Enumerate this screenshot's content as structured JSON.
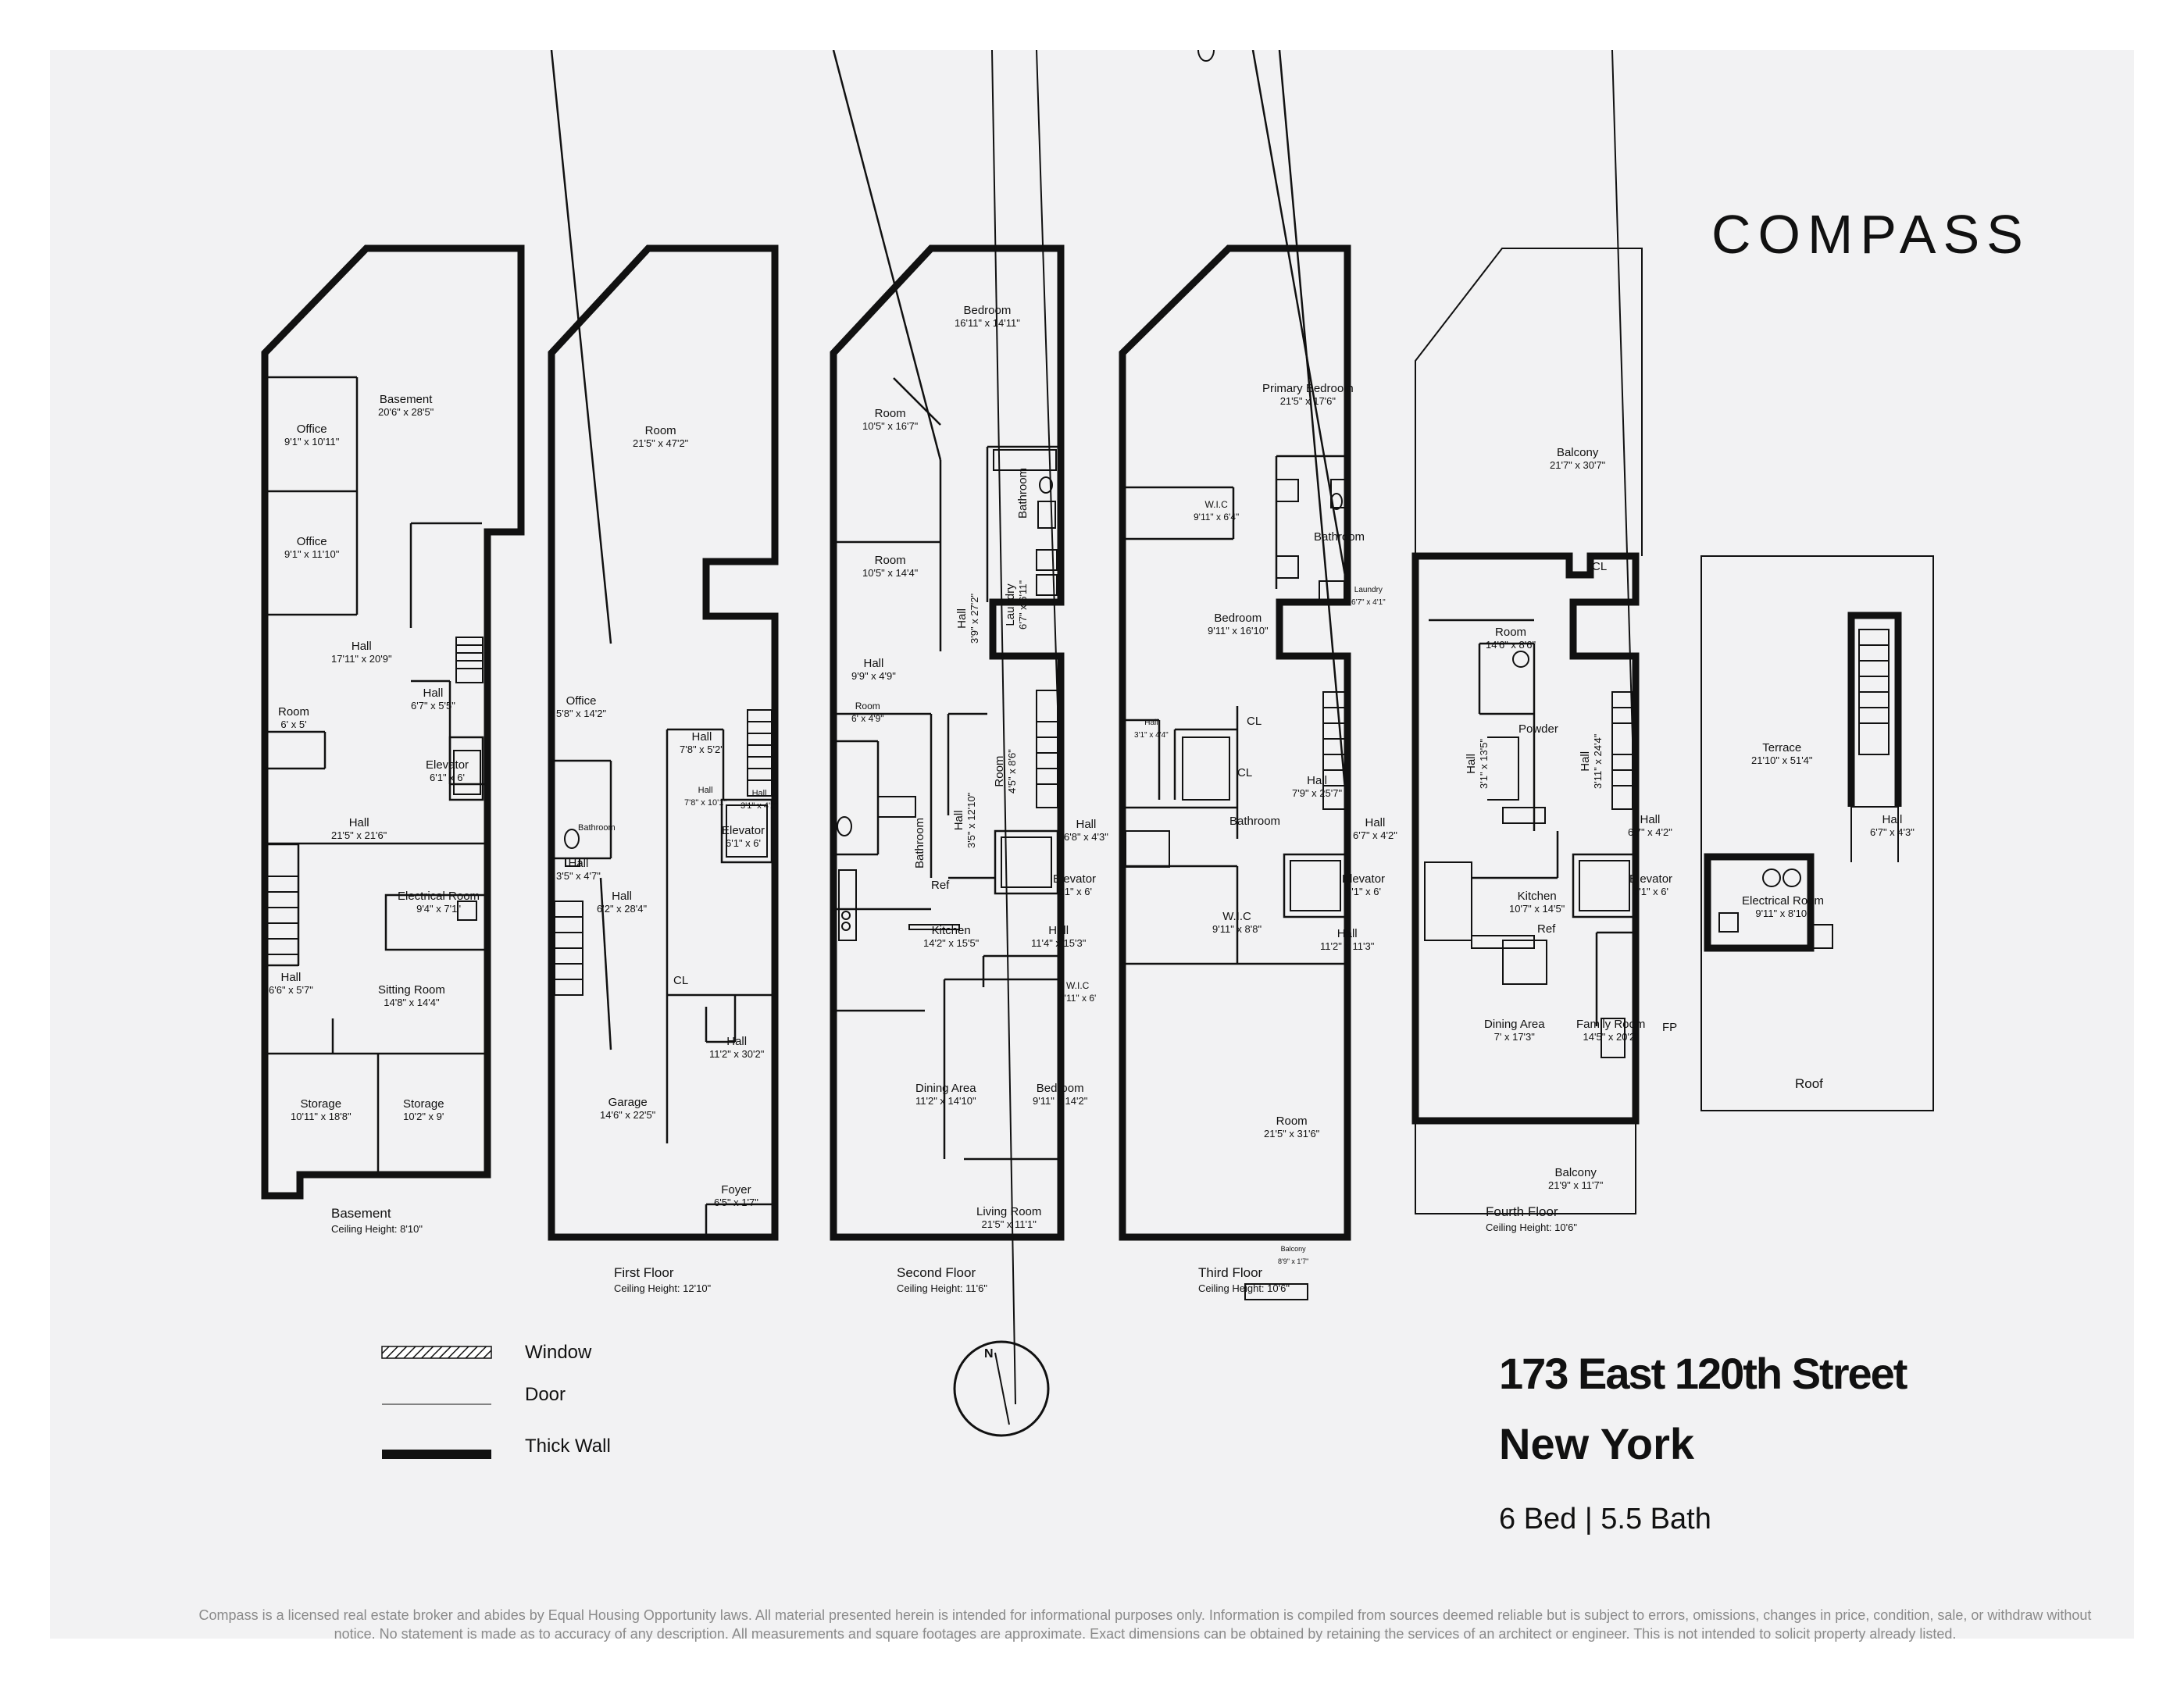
{
  "brand": {
    "name": "COMPASS"
  },
  "listing": {
    "address": "173 East 120th Street",
    "city": "New York",
    "beds_baths": "6 Bed | 5.5 Bath"
  },
  "floors": [
    {
      "name": "Basement",
      "ceiling": "Ceiling Height: 8'10\""
    },
    {
      "name": "First Floor",
      "ceiling": "Ceiling Height: 12'10\""
    },
    {
      "name": "Second Floor",
      "ceiling": "Ceiling Height: 11'6\""
    },
    {
      "name": "Third Floor",
      "ceiling": "Ceiling Height: 10'6\""
    },
    {
      "name": "Fourth Floor",
      "ceiling": "Ceiling Height: 10'6\""
    },
    {
      "name": "Roof"
    }
  ],
  "rooms": {
    "b_basement": {
      "name": "Basement",
      "dim": "20'6\" x 28'5\""
    },
    "b_office1": {
      "name": "Office",
      "dim": "9'1\" x 10'11\""
    },
    "b_office2": {
      "name": "Office",
      "dim": "9'1\" x 11'10\""
    },
    "b_hall1": {
      "name": "Hall",
      "dim": "17'11\" x 20'9\""
    },
    "b_hall2": {
      "name": "Hall",
      "dim": "6'7\" x 5'5\""
    },
    "b_room": {
      "name": "Room",
      "dim": "6' x 5'"
    },
    "b_elevator": {
      "name": "Elevator",
      "dim": "6'1\" x 6'"
    },
    "b_hall3": {
      "name": "Hall",
      "dim": "21'5\" x 21'6\""
    },
    "b_electrical": {
      "name": "Electrical Room",
      "dim": "9'4\" x 7'1\""
    },
    "b_hall4": {
      "name": "Hall",
      "dim": "6'6\" x 5'7\""
    },
    "b_sitting": {
      "name": "Sitting Room",
      "dim": "14'8\" x 14'4\""
    },
    "b_storage1": {
      "name": "Storage",
      "dim": "10'11\" x 18'8\""
    },
    "b_storage2": {
      "name": "Storage",
      "dim": "10'2\" x 9'"
    },
    "f1_room": {
      "name": "Room",
      "dim": "21'5\" x 47'2\""
    },
    "f1_office": {
      "name": "Office",
      "dim": "5'8\" x 14'2\""
    },
    "f1_bathroom": {
      "name": "Bathroom",
      "dim": ""
    },
    "f1_hall1": {
      "name": "Hall",
      "dim": "7'8\" x 5'2\""
    },
    "f1_hall2": {
      "name": "Hall",
      "dim": "7'8\" x 10'1\""
    },
    "f1_hall3": {
      "name": "Hall",
      "dim": "3'1\" x 4'2\""
    },
    "f1_elevator": {
      "name": "Elevator",
      "dim": "6'1\" x 6'"
    },
    "f1_hall4": {
      "name": "Hall",
      "dim": "3'5\" x 4'7\""
    },
    "f1_hall5": {
      "name": "Hall",
      "dim": "6'2\" x 28'4\""
    },
    "f1_cl": {
      "name": "CL",
      "dim": ""
    },
    "f1_hall6": {
      "name": "Hall",
      "dim": "11'2\" x 30'2\""
    },
    "f1_garage": {
      "name": "Garage",
      "dim": "14'6\" x 22'5\""
    },
    "f1_foyer": {
      "name": "Foyer",
      "dim": "6'5\" x 1'7\""
    },
    "f2_bedroom1": {
      "name": "Bedroom",
      "dim": "16'11\" x 14'11\""
    },
    "f2_room1": {
      "name": "Room",
      "dim": "10'5\" x 16'7\""
    },
    "f2_bathroom1": {
      "name": "Bathroom",
      "dim": ""
    },
    "f2_laundry": {
      "name": "Laundry",
      "dim": "6'7\" x 6'11\""
    },
    "f2_hall1": {
      "name": "Hall",
      "dim": "3'9\" x 27'2\""
    },
    "f2_room2": {
      "name": "Room",
      "dim": "10'5\" x 14'4\""
    },
    "f2_hall2": {
      "name": "Hall",
      "dim": "9'9\" x 4'9\""
    },
    "f2_room3": {
      "name": "Room",
      "dim": "6' x 4'9\""
    },
    "f2_room4": {
      "name": "Room",
      "dim": "4'5\" x 8'6\""
    },
    "f2_hall3": {
      "name": "Hall",
      "dim": "3'5\" x 12'10\""
    },
    "f2_bathroom2": {
      "name": "Bathroom",
      "dim": ""
    },
    "f2_ref": {
      "name": "Ref",
      "dim": ""
    },
    "f2_hall4": {
      "name": "Hall",
      "dim": "6'8\" x 4'3\""
    },
    "f2_elevator": {
      "name": "Elevator",
      "dim": "6'1\" x 6'"
    },
    "f2_kitchen": {
      "name": "Kitchen",
      "dim": "14'2\" x 15'5\""
    },
    "f2_hall5": {
      "name": "Hall",
      "dim": "11'4\" x 15'3\""
    },
    "f2_wic": {
      "name": "W.I.C",
      "dim": "6'11\" x 6'"
    },
    "f2_dining": {
      "name": "Dining Area",
      "dim": "11'2\" x 14'10\""
    },
    "f2_bedroom2": {
      "name": "Bedroom",
      "dim": "9'11\" x 14'2\""
    },
    "f2_living": {
      "name": "Living Room",
      "dim": "21'5\" x 11'1\""
    },
    "f3_primary": {
      "name": "Primary Bedroom",
      "dim": "21'5\" x 17'6\""
    },
    "f3_wic1": {
      "name": "W.I.C",
      "dim": "9'11\" x 6'4\""
    },
    "f3_bathroom1": {
      "name": "Bathroom",
      "dim": ""
    },
    "f3_laundry": {
      "name": "Laundry",
      "dim": "6'7\" x 4'1\""
    },
    "f3_bedroom": {
      "name": "Bedroom",
      "dim": "9'11\" x 16'10\""
    },
    "f3_hall1": {
      "name": "Hall",
      "dim": "3'1\" x 4'4\""
    },
    "f3_cl1": {
      "name": "CL",
      "dim": ""
    },
    "f3_cl2": {
      "name": "CL",
      "dim": ""
    },
    "f3_hall2": {
      "name": "Hall",
      "dim": "7'9\" x 25'7\""
    },
    "f3_bathroom2": {
      "name": "Bathroom",
      "dim": ""
    },
    "f3_hall3": {
      "name": "Hall",
      "dim": "6'7\" x 4'2\""
    },
    "f3_elevator": {
      "name": "Elevator",
      "dim": "6'1\" x 6'"
    },
    "f3_wic2": {
      "name": "W.I.C",
      "dim": "9'11\" x 8'8\""
    },
    "f3_hall4": {
      "name": "Hall",
      "dim": "11'2\" x 11'3\""
    },
    "f3_room": {
      "name": "Room",
      "dim": "21'5\" x 31'6\""
    },
    "f3_balcony": {
      "name": "Balcony",
      "dim": "8'9\" x 1'7\""
    },
    "f4_balcony1": {
      "name": "Balcony",
      "dim": "21'7\" x 30'7\""
    },
    "f4_cl": {
      "name": "CL",
      "dim": ""
    },
    "f4_room": {
      "name": "Room",
      "dim": "14'6\" x 8'6\""
    },
    "f4_powder": {
      "name": "Powder",
      "dim": ""
    },
    "f4_hall1": {
      "name": "Hall",
      "dim": "3'1\" x 13'5\""
    },
    "f4_hall2": {
      "name": "Hall",
      "dim": "3'11\" x 24'4\""
    },
    "f4_hall3": {
      "name": "Hall",
      "dim": "6'7\" x 4'2\""
    },
    "f4_elevator": {
      "name": "Elevator",
      "dim": "6'1\" x 6'"
    },
    "f4_kitchen": {
      "name": "Kitchen",
      "dim": "10'7\" x 14'5\""
    },
    "f4_ref": {
      "name": "Ref",
      "dim": ""
    },
    "f4_dining": {
      "name": "Dining Area",
      "dim": "7' x 17'3\""
    },
    "f4_family": {
      "name": "Family Room",
      "dim": "14'5\" x 20'2\""
    },
    "f4_fp": {
      "name": "FP",
      "dim": ""
    },
    "f4_balcony2": {
      "name": "Balcony",
      "dim": "21'9\" x 11'7\""
    },
    "r_terrace": {
      "name": "Terrace",
      "dim": "21'10\" x 51'4\""
    },
    "r_hall": {
      "name": "Hall",
      "dim": "6'7\" x 4'3\""
    },
    "r_electrical": {
      "name": "Electrical Room",
      "dim": "9'11\" x 8'10\""
    }
  },
  "legend": {
    "window": "Window",
    "door": "Door",
    "thick_wall": "Thick Wall"
  },
  "compass": {
    "north": "N"
  },
  "disclaimer": "Compass is a licensed real estate broker and abides by Equal Housing Opportunity laws. All material presented herein is intended for informational purposes only. Information is compiled from sources deemed reliable but is subject to errors, omissions, changes in price, condition, sale, or withdraw without notice. No statement is made as to accuracy of any description. All measurements and square footages are approximate. Exact dimensions can be obtained by retaining the services of an architect or engineer. This is not intended to solicit property already listed."
}
